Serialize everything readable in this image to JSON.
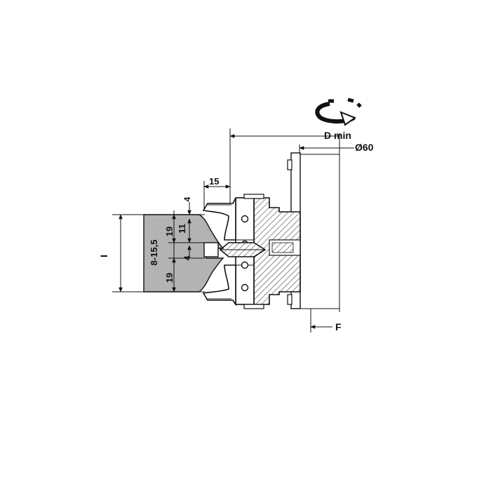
{
  "dimensions": {
    "d_min": "D min",
    "diameter": "Ø60",
    "f": "F",
    "i": "I",
    "width_15": "15",
    "height_4_top": "4",
    "height_19_top": "19",
    "height_11": "11",
    "range_8_15_5": "8-15,5",
    "height_4_bottom": "4",
    "height_19_bottom": "19"
  },
  "colors": {
    "line": "#111111",
    "workpiece": "#b3b3b3",
    "hatch": "#555555",
    "arrow_fill": "#ffffff"
  },
  "icons": {
    "rotation": "rotation-arrow-icon"
  }
}
